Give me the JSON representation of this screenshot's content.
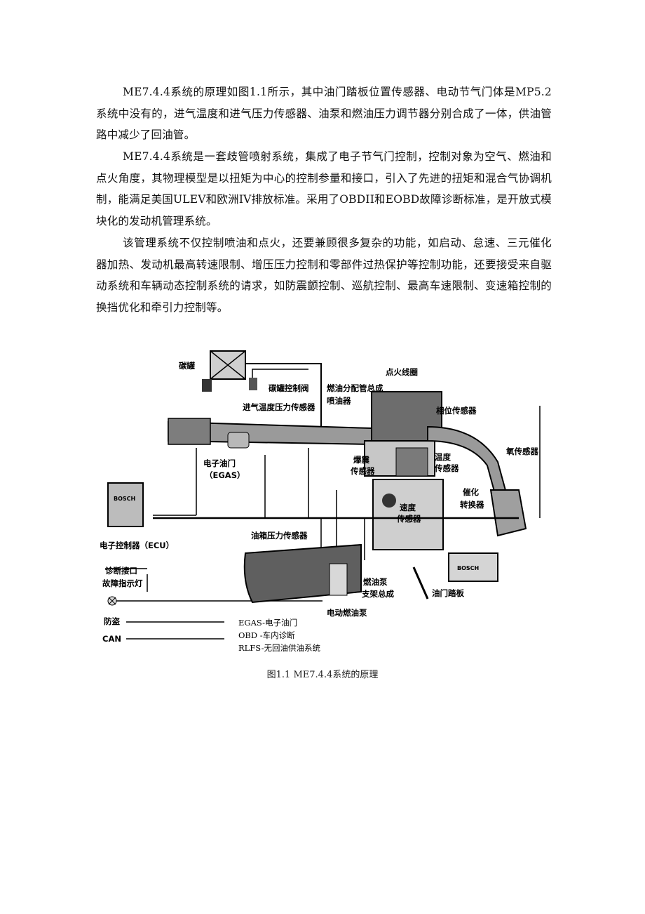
{
  "paragraphs": [
    "ME7.4.4系统的原理如图1.1所示，其中油门踏板位置传感器、电动节气门体是MP5.2系统中没有的，进气温度和进气压力传感器、油泵和燃油压力调节器分别合成了一体，供油管路中减少了回油管。",
    "ME7.4.4系统是一套歧管喷射系统，集成了电子节气门控制，控制对象为空气、燃油和点火角度，其物理模型是以扭矩为中心的控制参量和接口，引入了先进的扭矩和混合气协调机制，能满足美国ULEV和欧洲IV排放标准。采用了OBDII和EOBD故障诊断标准，是开放式模块化的发动机管理系统。",
    "该管理系统不仅控制喷油和点火，还要兼顾很多复杂的功能，如启动、怠速、三元催化器加热、发动机最高转速限制、增压压力控制和零部件过热保护等控制功能，还要接受来自驱动系统和车辆动态控制系统的请求，如防震颤控制、巡航控制、最高车速限制、变速箱控制的换挡优化和牵引力控制等。"
  ],
  "figure": {
    "labels": {
      "canister": "碳罐",
      "canister_valve": "碳罐控制阀",
      "ignition_coil": "点火线圈",
      "fuel_rail": "燃油分配管总成",
      "injector": "喷油器",
      "phase_sensor": "相位传感器",
      "intake_temp_pressure": "进气温度压力传感器",
      "oxygen_sensor": "氧传感器",
      "egas_1": "电子油门",
      "egas_2": "（EGAS）",
      "knock_1": "爆震",
      "knock_2": "传感器",
      "temp_1": "温度",
      "temp_2": "传感器",
      "speed_1": "速度",
      "speed_2": "传感器",
      "catalyst_1": "催化",
      "catalyst_2": "转换器",
      "ecu": "电子控制器（ECU）",
      "ecu_brand": "BOSCH",
      "battery_brand": "BOSCH",
      "tank_pressure": "油箱压力传感器",
      "diag_port": "诊断接口",
      "fault_lamp": "故障指示灯",
      "anti_theft": "防盗",
      "can": "CAN",
      "pump_bracket_1": "燃油泵",
      "pump_bracket_2": "支架总成",
      "pedal": "油门踏板",
      "electric_pump": "电动燃油泵",
      "legend_1": "EGAS-电子油门",
      "legend_2": "OBD -车内诊断",
      "legend_3": "RLFS-无回油供油系统"
    }
  },
  "caption": "图1.1 ME7.4.4系统的原理"
}
